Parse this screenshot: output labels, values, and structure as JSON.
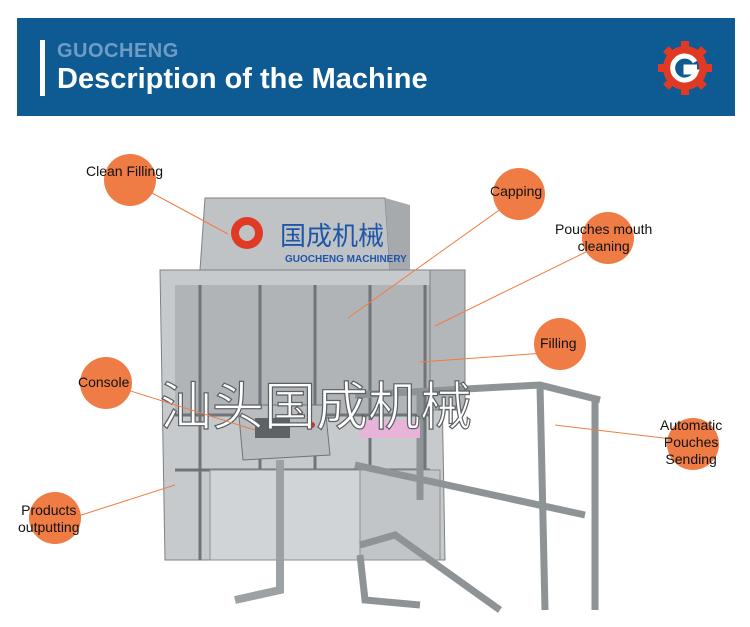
{
  "header": {
    "brand": "GUOCHENG",
    "title": "Description of the Machine",
    "logo_icon": "gear-g-logo-icon",
    "bg_color": "#0e5a93",
    "accent_color": "#e03a25"
  },
  "machine": {
    "panel_cn": "国成机械",
    "panel_en": "GUOCHENG MACHINERY",
    "watermark": "汕头国成机械"
  },
  "callouts": {
    "clean_filling": "Clean Filling",
    "capping": "Capping",
    "pouches_mouth_cleaning_1": "Pouches mouth",
    "pouches_mouth_cleaning_2": "cleaning",
    "filling": "Filling",
    "console": "Console",
    "automatic_1": "Automatic",
    "automatic_2": "Pouches",
    "automatic_3": "Sending",
    "products_1": "Products",
    "products_2": "outputting"
  },
  "callout_color": "#f07c45"
}
